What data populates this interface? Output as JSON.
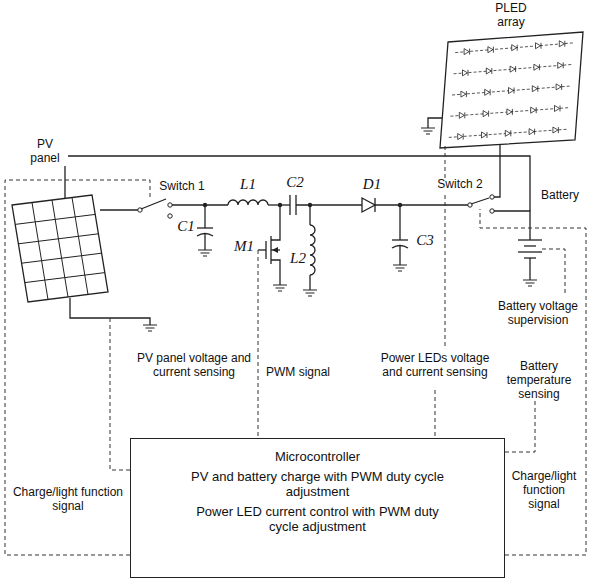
{
  "diagram": {
    "nodes": [
      {
        "text": [
          "Microcontroller",
          "PV and battery charge with PWM duty cycle adjustment",
          "Power LED current control with PWM duty cycle adjustment"
        ]
      }
    ],
    "labels": [
      "PLED array",
      "PV panel",
      "Switch 1",
      "L1",
      "C2",
      "D1",
      "Switch 2",
      "Battery",
      "C1",
      "M1",
      "L2",
      "C3",
      "Battery voltage supervision",
      "PV panel voltage and current sensing",
      "PWM signal",
      "Power LEDs voltage and current sensing",
      "Battery temperature sensing",
      "Charge/light function signal",
      "Charge/light function signal"
    ]
  }
}
